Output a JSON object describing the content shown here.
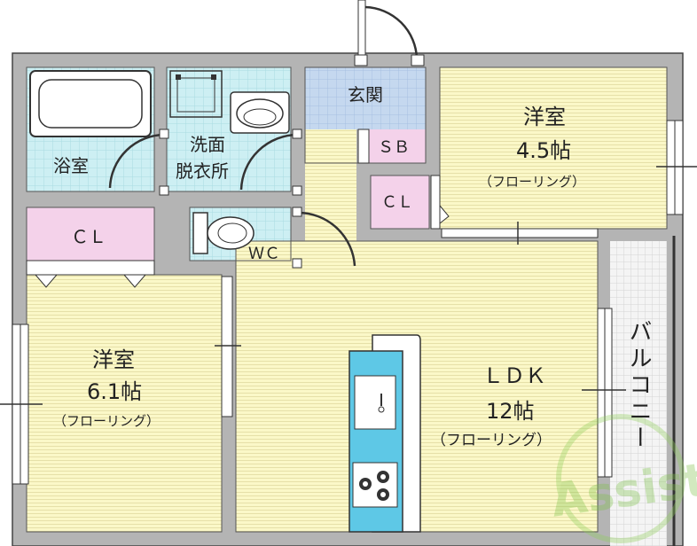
{
  "rooms": {
    "bath": "浴室",
    "wash_line1": "洗面",
    "wash_line2": "脱衣所",
    "entrance": "玄関",
    "shoebox": "ＳＢ",
    "cl_small": "ＣＬ",
    "cl_left": "ＣＬ",
    "wc": "ＷＣ",
    "room_east": {
      "name": "洋室",
      "size": "4.5帖",
      "floor": "（フローリング）"
    },
    "room_west": {
      "name": "洋室",
      "size": "6.1帖",
      "floor": "（フローリング）"
    },
    "ldk": {
      "name": "ＬＤＫ",
      "size": "12帖",
      "floor": "（フローリング）"
    },
    "balcony": "バルコニー"
  },
  "watermark": "Assist",
  "colors": {
    "wall": "#b4b4b4",
    "floor": "#fbf8c8",
    "wet": "#cdeff3",
    "entrance": "#c5d8ef",
    "storage": "#f4d2ea",
    "kitchen": "#5ec8e6",
    "balcony": "#f2f2f2"
  }
}
